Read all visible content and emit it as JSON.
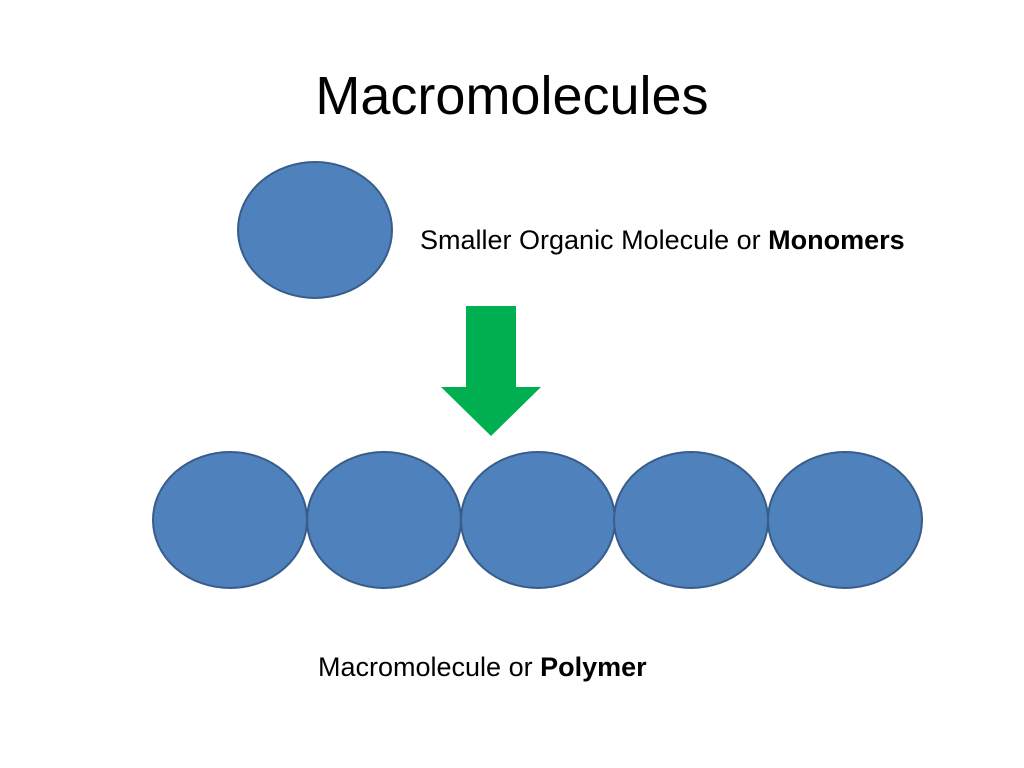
{
  "slide": {
    "title": "Macromolecules",
    "monomer_label": {
      "text": "Smaller Organic Molecule or ",
      "bold": "Monomers"
    },
    "polymer_label": {
      "text": "Macromolecule or ",
      "bold": "Polymer"
    }
  },
  "diagram": {
    "monomer_count": 1,
    "polymer_unit_count": 5,
    "colors": {
      "circle_fill": "#4F81BD",
      "circle_stroke": "#385D8A",
      "arrow": "#00B050"
    }
  }
}
